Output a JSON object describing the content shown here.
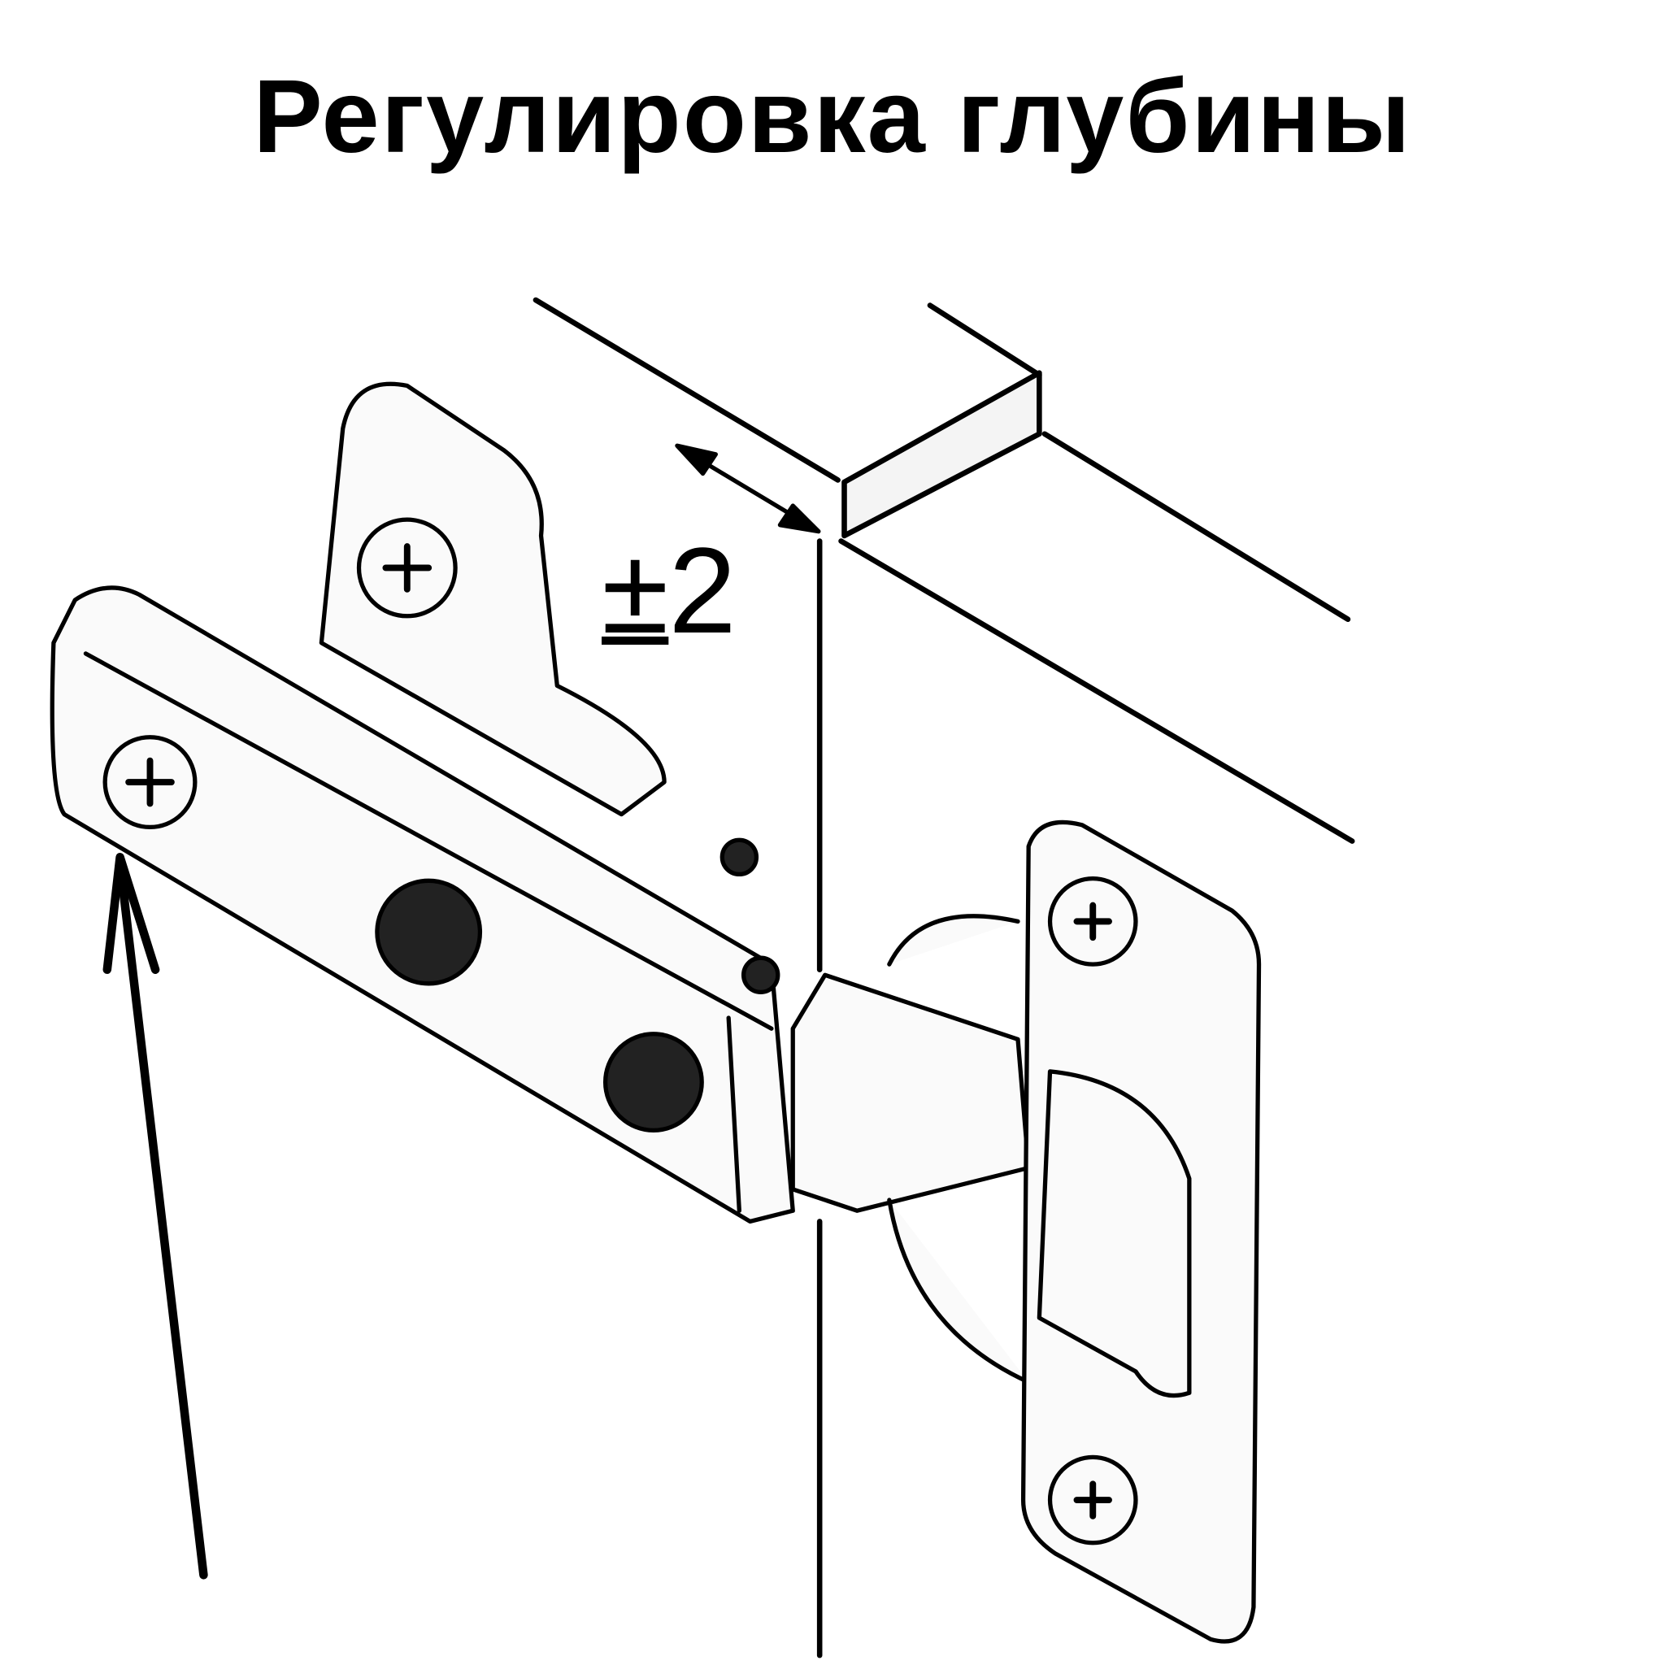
{
  "title": "Регулировка глубины",
  "adjustment": {
    "label": "±2",
    "plus_minus": "±",
    "value": "2"
  },
  "colors": {
    "ink": "#000000",
    "background": "#ffffff",
    "part_fill": "#f4f4f4"
  }
}
